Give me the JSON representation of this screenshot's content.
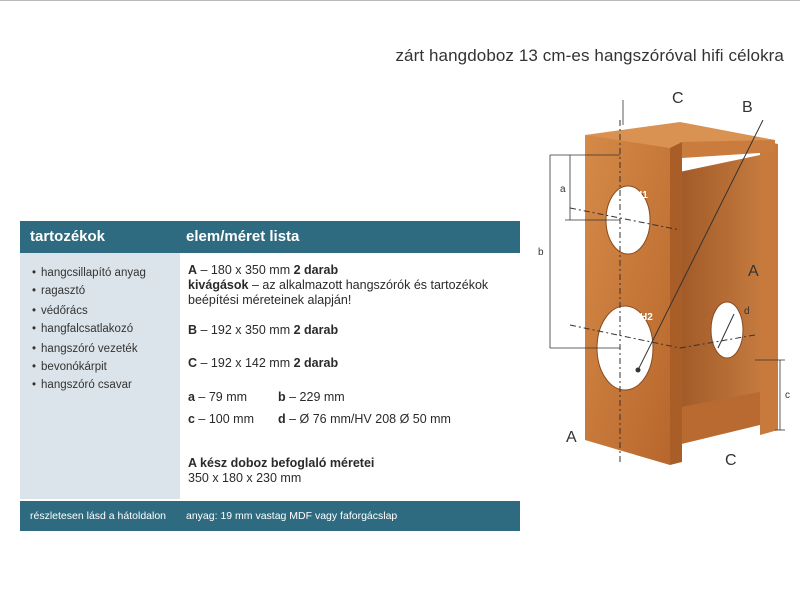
{
  "title": "zárt hangdoboz 13 cm-es hangszóróval hifi célokra",
  "table": {
    "header_left": "tartozékok",
    "header_right": "elem/méret lista",
    "accessories": [
      "hangcsillapító anyag",
      "ragasztó",
      "védőrács",
      "hangfalcsatlakozó",
      "hangszóró vezeték",
      "bevonókárpit",
      "hangszóró csavar"
    ],
    "list": {
      "a_prefix": "A",
      "a_text": " – 180 x 350 mm ",
      "a_qty": "2 darab",
      "cut_bold": "kivágások",
      "cut_text": " – az alkalmazott hangszórók és tartozékok beépítési méreteinek alapján!",
      "b_prefix": "B",
      "b_text": " – 192 x 350 mm ",
      "b_qty": "2 darab",
      "c_prefix": "C",
      "c_text": " – 192 x 142 mm ",
      "c_qty": "2 darab",
      "dim_a_key": "a",
      "dim_a_val": " – 79 mm",
      "dim_b_key": "b",
      "dim_b_val": " – 229 mm",
      "dim_c_key": "c",
      "dim_c_val": " – 100 mm",
      "dim_d_key": "d",
      "dim_d_val": " – Ø 76 mm/HV 208 Ø 50 mm",
      "final_title": "A kész doboz befoglaló méretei",
      "final_dims": "350 x 180 x 230 mm"
    },
    "footer_left": "részletesen lásd a hátoldalon",
    "footer_right": "anyag: 19 mm vastag MDF vagy faforgácslap"
  },
  "drawing": {
    "label_C_top": "C",
    "label_B_top": "B",
    "label_A_right": "A",
    "label_A_bottom": "A",
    "label_C_bottom": "C",
    "dim_a": "a",
    "dim_b": "b",
    "dim_c": "c",
    "dim_d": "d",
    "hole_1": "H1",
    "hole_2": "H2"
  },
  "colors": {
    "header_bg": "#2f6b80",
    "left_column_bg": "#dbe4ea",
    "wood": "#c6773a"
  }
}
